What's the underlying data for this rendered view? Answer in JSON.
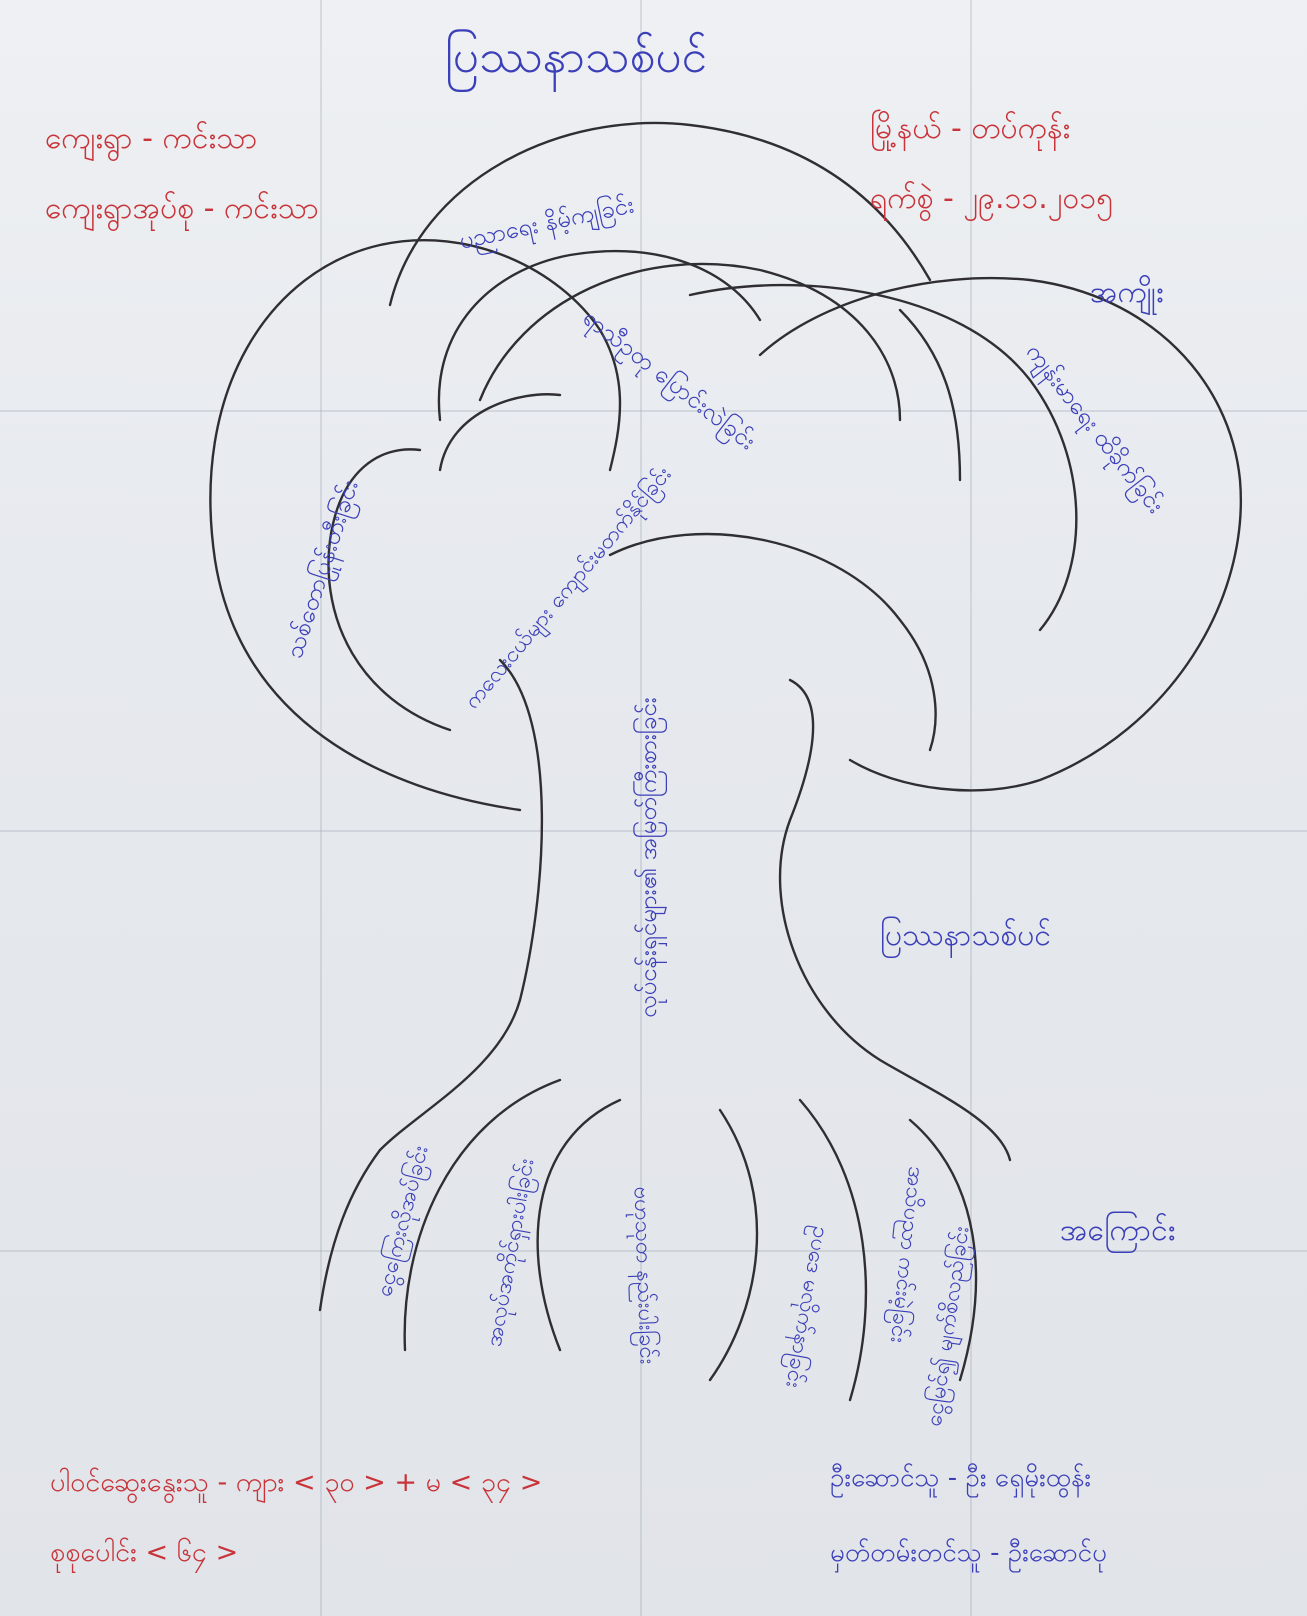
{
  "title": "ပြဿနာသစ်ပင်",
  "header_left": {
    "village": "ကျေးရွာ - ကင်းသာ",
    "tract": "ကျေးရွာအုပ်စု - ကင်းသာ"
  },
  "header_right": {
    "township": "မြို့နယ် - တပ်ကုန်း",
    "date": "ရက်စွဲ - ၂၉.၁၁.၂၀၁၅"
  },
  "effects_label": "အကျိုး",
  "causes_label": "အကြောင်း",
  "trunk_label": "ပြဿနာသစ်ပင်",
  "trunk_text": "လုပ်ငန်းရှင်များ၏ အမြတ်ကြီးစားခြင်း",
  "effects": [
    "သစ်တောပြုန်းတီးခြင်း",
    "ကလေးငယ်များ ကျောင်းမတက်နိုင်ခြင်း",
    "ပညာရေး နိမ့်ကျခြင်း",
    "ရာသီဥတု ပြောင်းလဲခြင်း",
    "ကျန်းမာရေး ထိခိုက်ခြင်း"
  ],
  "causes": [
    "ငွေကြေးလိုအပ်ခြင်း",
    "အလုပ်အကိုင်ရှားပါးခြင်း",
    "ဗဟုသုတ နည်းပါးခြင်း",
    "ဥပဒေ မလိုက်နာခြင်း",
    "အသိပညာ ကင်းမဲ့ခြင်း",
    "ငွေမြင်၍ မျက်စိလည်ခြင်း"
  ],
  "footer_left": {
    "participants": "ပါဝင်ဆွေးနွေးသူ - ကျား < ၃၀ > + မ < ၃၄ >",
    "total": "စုစုပေါင်း < ၆၄ >"
  },
  "footer_right": {
    "facilitator": "ဦးဆောင်သူ - ဦး ရှေမိုးထွန်း",
    "recorder": "မှတ်တမ်းတင်သူ - ဦးဆောင်ပု"
  },
  "colors": {
    "ink_blue": "#3b3fb8",
    "ink_red": "#c8343a",
    "pencil": "#2f2f33",
    "paper": "#e8ebef"
  }
}
